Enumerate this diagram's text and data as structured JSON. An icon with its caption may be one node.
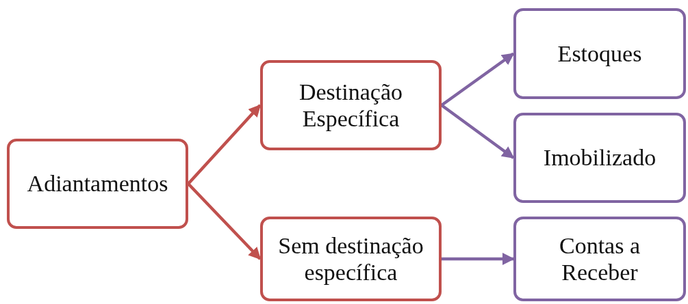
{
  "diagram": {
    "nodes": [
      {
        "text": [
          "Adiantamentos"
        ]
      },
      {
        "text": [
          "Destinação Específica"
        ]
      },
      {
        "text": [
          "Sem destinação específica"
        ]
      },
      {
        "text": [
          "Estoques"
        ]
      },
      {
        "text": [
          "Imobilizado"
        ]
      },
      {
        "text": [
          "Contas a Receber"
        ]
      }
    ],
    "edges": [
      {
        "from": 0,
        "to": 1,
        "arrow": "to",
        "color": "#c0504d"
      },
      {
        "from": 0,
        "to": 2,
        "arrow": "to",
        "color": "#c0504d"
      },
      {
        "from": 1,
        "to": 3,
        "arrow": "to"
      },
      {
        "from": 1,
        "to": 4,
        "arrow": "to"
      },
      {
        "from": 2,
        "to": 5,
        "arrow": "to"
      }
    ]
  }
}
